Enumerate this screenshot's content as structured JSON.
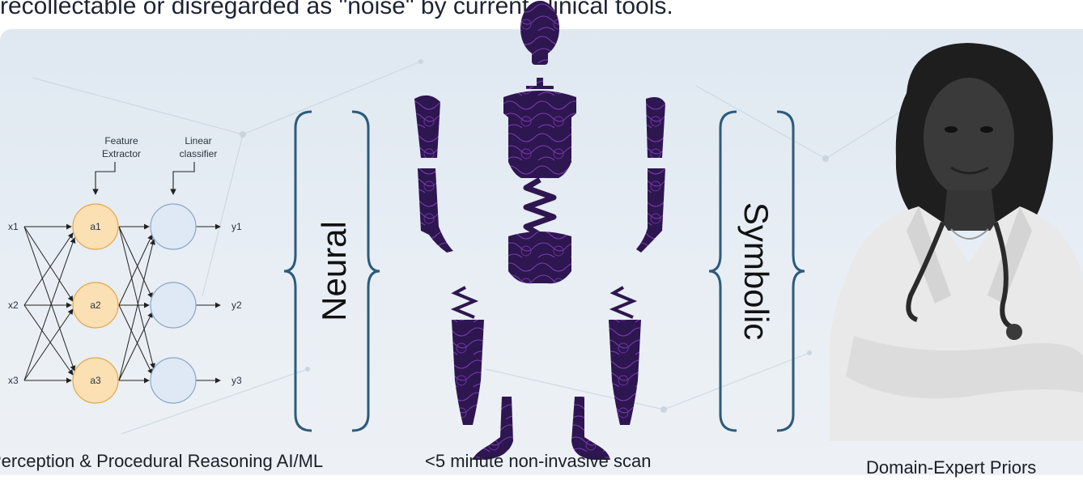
{
  "top_caption": "recollectable or disregarded as \"noise\" by current clinical tools.",
  "network": {
    "feature_extractor": [
      "Feature",
      "Extractor"
    ],
    "linear_classifier": [
      "Linear",
      "classifier"
    ],
    "inputs": [
      "x1",
      "x2",
      "x3"
    ],
    "hidden": [
      "a1",
      "a2",
      "a3"
    ],
    "outputs": [
      "y1",
      "y2",
      "y3"
    ]
  },
  "neural_label": "Neural",
  "symbolic_label": "Symbolic",
  "bottom_labels": {
    "perception": "Perception & Procedural Reasoning AI/ML",
    "scan": "<5 minute non-invasive scan",
    "priors": "Domain-Expert Priors"
  },
  "colors": {
    "hidden_node_fill": "#fbe0b3",
    "hidden_node_stroke": "#e3a64a",
    "output_node_fill": "#dfe9f6",
    "brace": "#2d5a7a",
    "body_figure": "#2e1650",
    "body_contour": "#7a3fb0"
  }
}
